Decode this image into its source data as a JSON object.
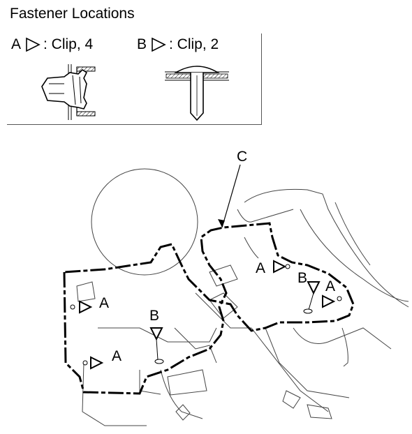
{
  "title": "Fastener Locations",
  "legend": {
    "items": [
      {
        "letter": "A",
        "text": ": Clip, 4",
        "icon": "triangle-marker-icon"
      },
      {
        "letter": "B",
        "text": ": Clip, 2",
        "icon": "triangle-marker-icon"
      }
    ]
  },
  "callouts": {
    "c_label": "C",
    "a_label": "A",
    "b_label": "B"
  },
  "colors": {
    "line": "#000000",
    "thin_line": "#444444",
    "background": "#ffffff"
  }
}
